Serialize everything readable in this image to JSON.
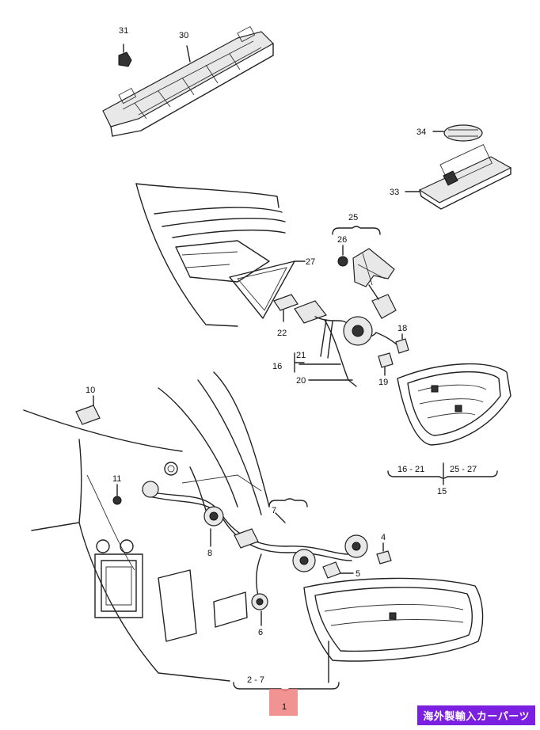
{
  "callouts": [
    {
      "id": "c31",
      "label": "31"
    },
    {
      "id": "c30",
      "label": "30"
    },
    {
      "id": "c34",
      "label": "34"
    },
    {
      "id": "c33",
      "label": "33"
    },
    {
      "id": "c25",
      "label": "25"
    },
    {
      "id": "c26",
      "label": "26"
    },
    {
      "id": "c27",
      "label": "27"
    },
    {
      "id": "c22",
      "label": "22"
    },
    {
      "id": "c18",
      "label": "18"
    },
    {
      "id": "c16",
      "label": "16"
    },
    {
      "id": "c21",
      "label": "21"
    },
    {
      "id": "c20",
      "label": "20"
    },
    {
      "id": "c19",
      "label": "19"
    },
    {
      "id": "c10",
      "label": "10"
    },
    {
      "id": "c11",
      "label": "11"
    },
    {
      "id": "c7",
      "label": "7"
    },
    {
      "id": "c8",
      "label": "8"
    },
    {
      "id": "c4",
      "label": "4"
    },
    {
      "id": "c5",
      "label": "5"
    },
    {
      "id": "c6",
      "label": "6"
    },
    {
      "id": "c16to21",
      "label": "16 - 21"
    },
    {
      "id": "c25to27",
      "label": "25 - 27"
    },
    {
      "id": "c15",
      "label": "15"
    },
    {
      "id": "c2to7",
      "label": "2 - 7"
    },
    {
      "id": "c1",
      "label": "1"
    }
  ],
  "badge": {
    "text": "海外製輸入カーパーツ",
    "color": "#7b1fe0"
  },
  "highlight_color": "#f08080"
}
